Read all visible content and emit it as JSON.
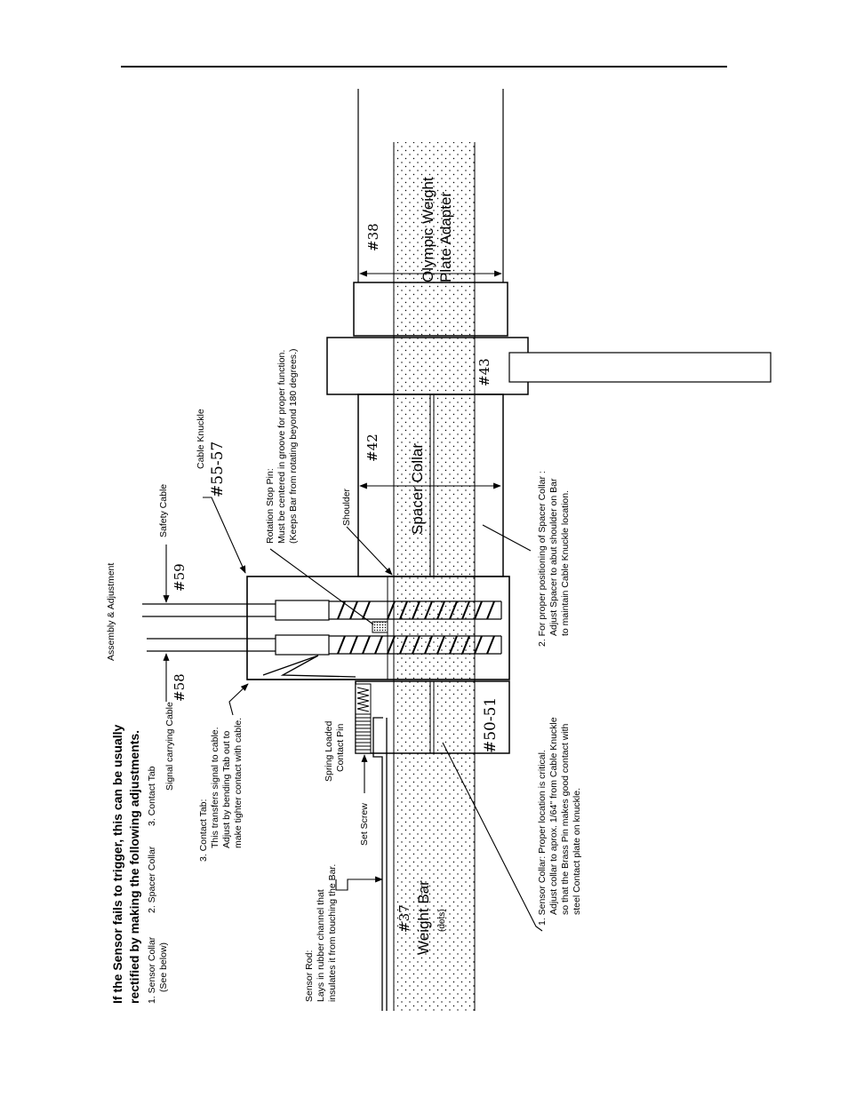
{
  "heading": {
    "line1": "If the Sensor fails to trigger, this can be usually",
    "line2": "rectified by making the following adjustments."
  },
  "adjustment_list": {
    "item1": "1. Sensor Collar",
    "item1_sub": "(See below)",
    "item2": "2. Spacer Collar",
    "item3": "3. Contact Tab"
  },
  "section_label": "Assembly & Adjustment",
  "part_labels": {
    "safety_cable": "Safety Cable",
    "cable_knuckle": "Cable Knuckle",
    "signal_cable": "Signal carrying Cable",
    "shoulder": "Shoulder",
    "spring_pin_line1": "Spring Loaded",
    "spring_pin_line2": "Contact Pin",
    "set_screw": "Set Screw",
    "spacer_collar": "Spacer Collar",
    "olympic_line1": "Olympic Weight",
    "olympic_line2": "Plate Adapter",
    "weight_bar": "Weight Bar",
    "dots": "(dots)"
  },
  "part_numbers": {
    "p59": "#59",
    "p58": "#58",
    "p55_57": "#55-57",
    "p42": "#42",
    "p43": "#43",
    "p38": "#38",
    "p50_51": "#50-51",
    "p37": "#37"
  },
  "notes": {
    "rotation_pin": [
      "Rotation Stop Pin:",
      "Must be centered in groove for proper function.",
      "(Keeps Bar from rotating beyond 180 degrees.)"
    ],
    "contact_tab": [
      "3. Contact Tab:",
      "This transfers signal to cable.",
      "Adjust by bending Tab out to",
      "make tighter contact with cable."
    ],
    "sensor_rod": [
      "Sensor Rod:",
      "Lays in rubber channel that",
      "insulates it from touching the Bar."
    ],
    "spacer_positioning": [
      "2. For proper positioning of Spacer Collar :",
      "Adjust Spacer to abut shoulder on Bar",
      "to maintain Cable Knuckle location."
    ],
    "sensor_collar": [
      "1. Sensor Collar: Proper location is critical.",
      "Adjust collar to aprox. 1/64\" from Cable Knuckle",
      "so that the Brass Pin makes good contact with",
      "steel Contact plate on knuckle."
    ]
  },
  "colors": {
    "ink": "#000000",
    "paper": "#ffffff"
  }
}
